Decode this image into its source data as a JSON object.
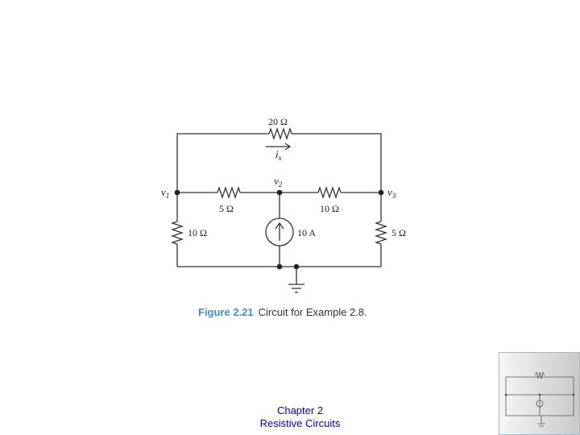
{
  "circuit": {
    "r_top": "20 Ω",
    "i_label": "i",
    "i_sub": "x",
    "r_left_h": "5 Ω",
    "r_right_h": "10 Ω",
    "r_left_v": "10 Ω",
    "source": "10 A",
    "r_right_v": "5 Ω",
    "v1": "v",
    "v1_sub": "1",
    "v2": "v",
    "v2_sub": "2",
    "v3": "v",
    "v3_sub": "3"
  },
  "caption": {
    "figure": "Figure 2.21",
    "text": "Circuit for Example 2.8."
  },
  "footer": {
    "line1": "Chapter 2",
    "line2": "Resistive Circuits"
  }
}
